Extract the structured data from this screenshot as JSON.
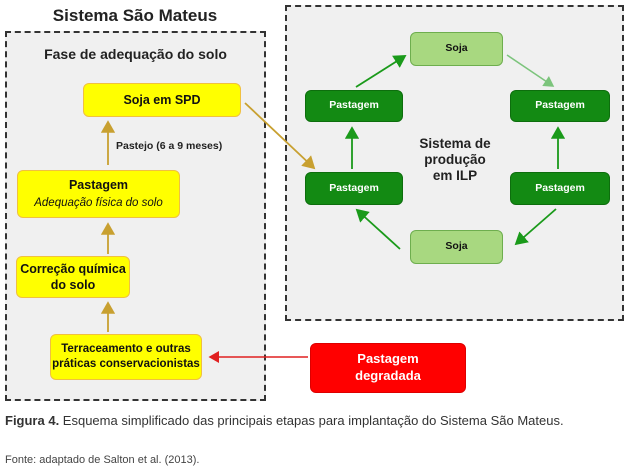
{
  "title": "Sistema São Mateus",
  "left_panel": {
    "heading": "Fase de adequação do solo",
    "soja_spd": "Soja em SPD",
    "pastejo_label": "Pastejo (6 a 9 meses)",
    "pastagem": "Pastagem",
    "pastagem_sub": "Adequação física do solo",
    "correcao": [
      "Correção química",
      "do solo"
    ],
    "terraceamento": [
      "Terraceamento e outras",
      "práticas conservacionistas"
    ]
  },
  "degradada": [
    "Pastagem",
    "degradada"
  ],
  "right_panel": {
    "center": [
      "Sistema de",
      "produção",
      "em ILP"
    ],
    "soja_top": "Soja",
    "soja_bottom": "Soja",
    "pastagem_tl": "Pastagem",
    "pastagem_tr": "Pastagem",
    "pastagem_bl": "Pastagem",
    "pastagem_br": "Pastagem"
  },
  "caption": {
    "label": "Figura 4.",
    "text": " Esquema simplificado das principais etapas para implantação do Sistema São Mateus.",
    "source": "Fonte: adaptado de Salton et al. (2013)."
  },
  "colors": {
    "yellow": "#ffff00",
    "dark_green": "#138a13",
    "light_green": "#a8d880",
    "red": "#ff0000",
    "arrow_gold": "#c8a030",
    "arrow_green": "#1a9a1a"
  }
}
